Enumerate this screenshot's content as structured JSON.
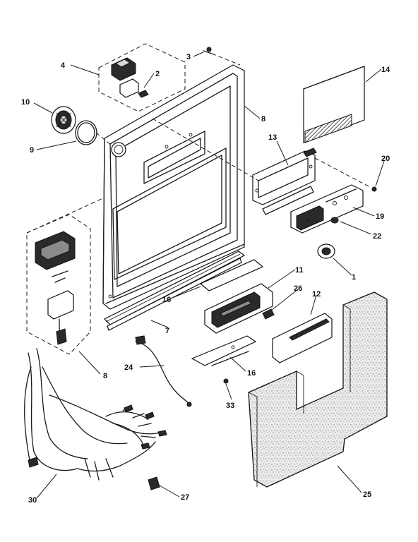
{
  "diagram": {
    "callouts": {
      "c1": "1",
      "c2": "2",
      "c3": "3",
      "c4": "4",
      "c8a": "8",
      "c8b": "8",
      "c9": "9",
      "c10": "10",
      "c11": "11",
      "c12": "12",
      "c13": "13",
      "c14": "14",
      "c16a": "16",
      "c16b": "16",
      "c19": "19",
      "c20": "20",
      "c22": "22",
      "c24": "24",
      "c25": "25",
      "c26": "26",
      "c27": "27",
      "c30": "30",
      "c33": "33",
      "c7": "7"
    }
  }
}
